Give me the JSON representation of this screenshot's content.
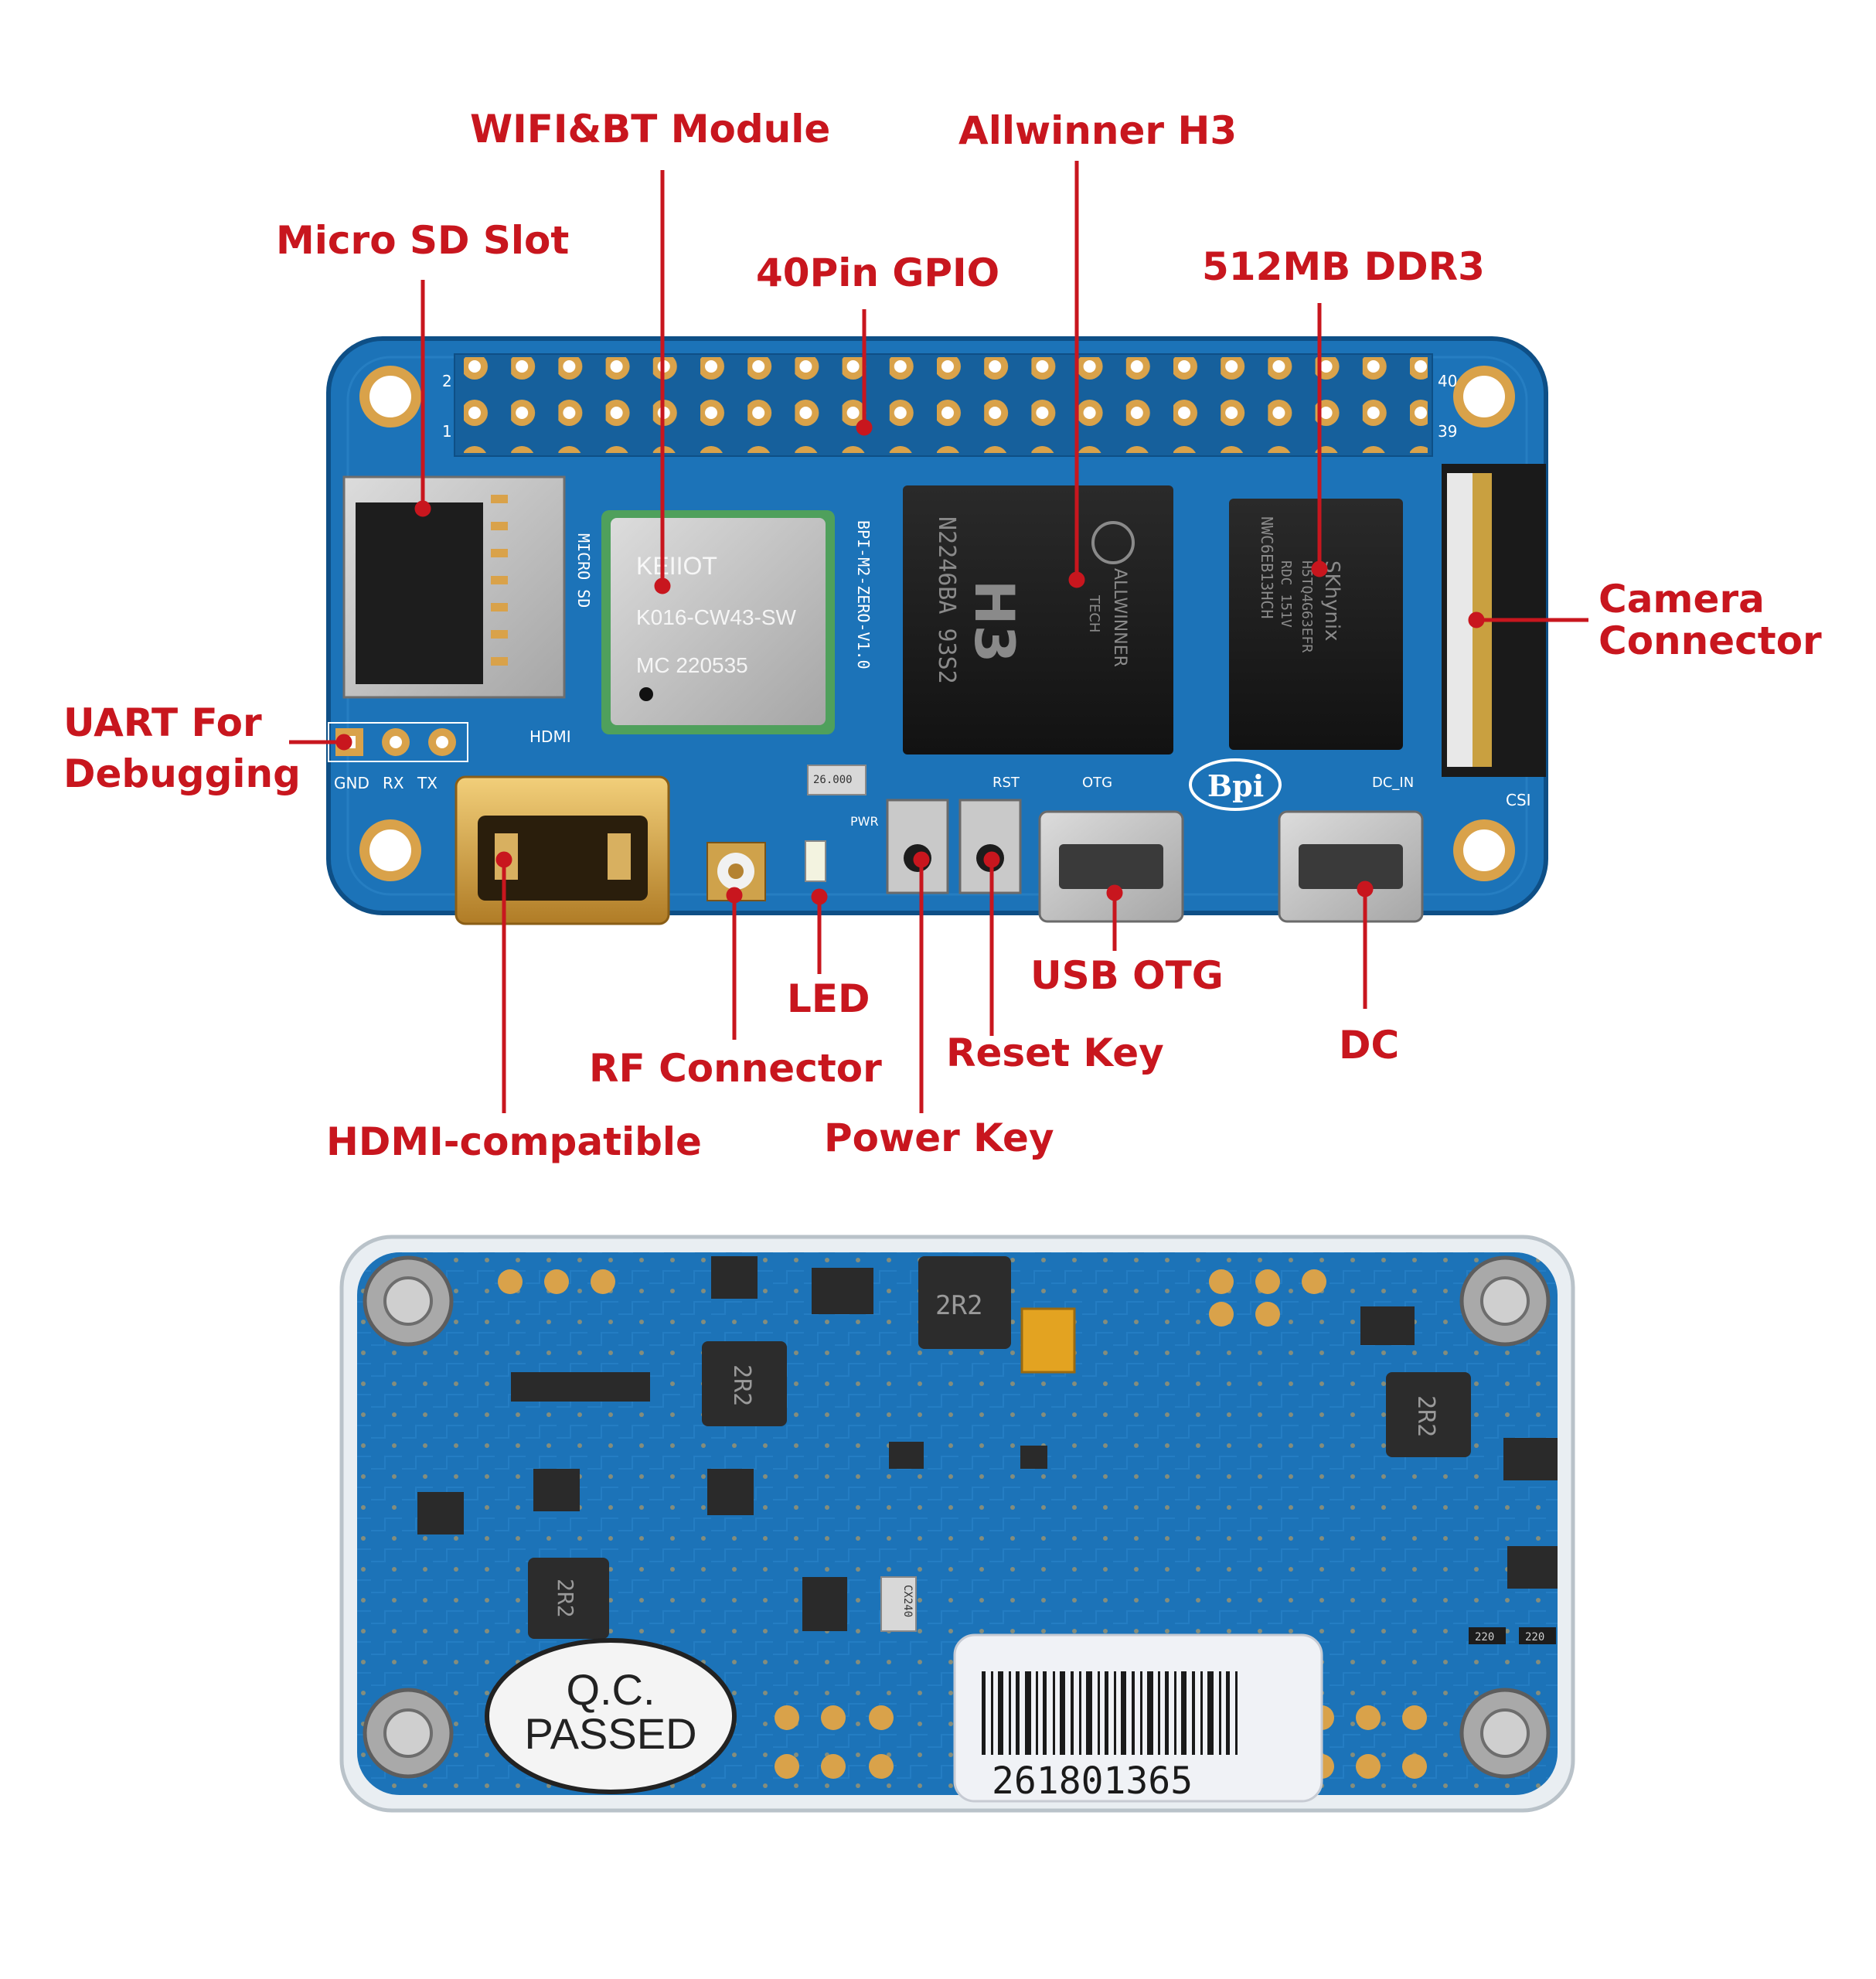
{
  "labels": {
    "wifi_bt": "WIFI&BT Module",
    "allwinner": "Allwinner H3",
    "micro_sd": "Micro SD Slot",
    "gpio": "40Pin GPIO",
    "ddr3": "512MB DDR3",
    "camera": "Camera\nConnector",
    "uart": "UART For\nDebugging",
    "led": "LED",
    "rf": "RF Connector",
    "usb_otg": "USB OTG",
    "reset_key": "Reset Key",
    "dc": "DC",
    "power_key": "Power Key",
    "hdmi": "HDMI-compatible"
  },
  "board": {
    "gpio_pin_2": "2",
    "gpio_pin_1": "1",
    "gpio_pin_40": "40",
    "gpio_pin_39": "39",
    "microsd_silk": "MICRO SD",
    "model_silk": "BPI-M2-ZERO-V1.0",
    "module_brand": "KEIIOT",
    "module_model": "K016-CW43-SW",
    "module_mc": "MC 220535",
    "soc_code": "N2246BA  93S2",
    "soc_name": "H3",
    "soc_vendor_1": "ALLWINNER",
    "soc_vendor_2": "TECH",
    "ram_code_1": "NWC6EB13HCH",
    "ram_brand": "SKhynix",
    "ram_part": "H5TQ4G63EFR",
    "ram_part_2": "RDC   151V",
    "hdmi_silk": "HDMI",
    "gnd": "GND",
    "rx": "RX",
    "tx": "TX",
    "crystal": "26.000",
    "pwr": "PWR",
    "rst": "RST",
    "otg": "OTG",
    "dc_in": "DC_IN",
    "csi": "CSI",
    "logo": "Bpi"
  },
  "back": {
    "inductor_1": "2R2",
    "inductor_2": "2R2",
    "inductor_3": "2R2",
    "inductor_4": "2R2",
    "qc_line1": "Q.C.",
    "qc_line2": "PASSED",
    "barcode_number": "261801365",
    "crystal_code": "CX240",
    "res_1": "220",
    "res_2": "220"
  },
  "colors": {
    "label_red": "#c8161e",
    "pcb_blue": "#1c73b8",
    "pcb_dark": "#125a96",
    "pad_gold": "#d9a24a"
  }
}
